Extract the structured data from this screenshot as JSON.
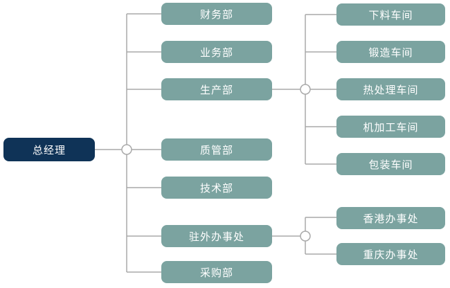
{
  "org_chart": {
    "root": {
      "label": "总经理"
    },
    "departments": [
      {
        "label": "财务部"
      },
      {
        "label": "业务部"
      },
      {
        "label": "生产部"
      },
      {
        "label": "质管部"
      },
      {
        "label": "技术部"
      },
      {
        "label": "驻外办事处"
      },
      {
        "label": "采购部"
      }
    ],
    "production_workshops": [
      {
        "label": "下料车间"
      },
      {
        "label": "锻造车间"
      },
      {
        "label": "热处理车间"
      },
      {
        "label": "机加工车间"
      },
      {
        "label": "包装车间"
      }
    ],
    "field_offices": [
      {
        "label": "香港办事处"
      },
      {
        "label": "重庆办事处"
      }
    ],
    "colors": {
      "root_node_bg": "#0f3357",
      "branch_node_bg": "#7ba3a0",
      "node_text": "#ffffff",
      "connector_line": "#a9a9a9",
      "background": "#ffffff"
    }
  }
}
